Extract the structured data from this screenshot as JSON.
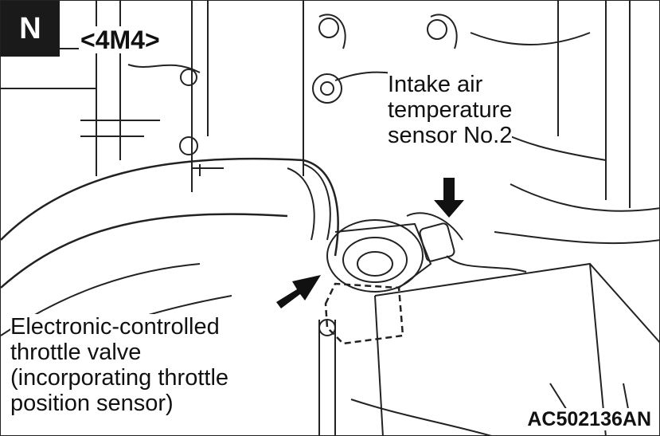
{
  "badge": "N",
  "variant": "<4M4>",
  "labels": {
    "intake_air_sensor": [
      "Intake air",
      "temperature",
      "sensor No.2"
    ],
    "throttle_valve": [
      "Electronic-controlled",
      "throttle valve",
      "(incorporating throttle",
      "position sensor)"
    ]
  },
  "figure_code": "AC502136AN"
}
